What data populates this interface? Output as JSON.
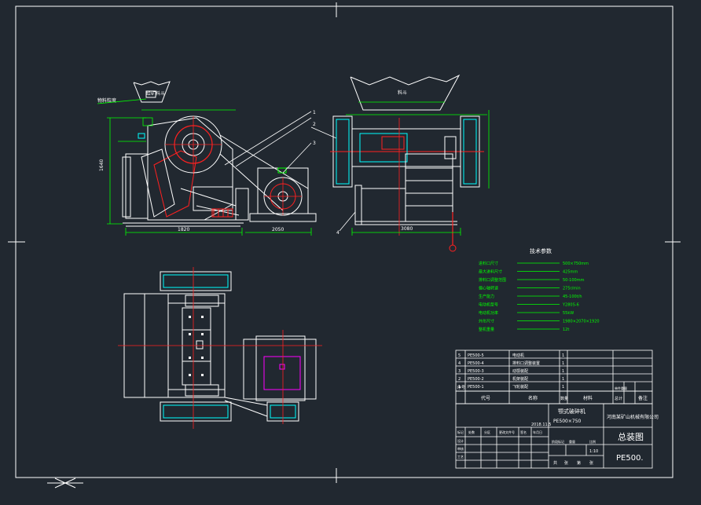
{
  "colors": {
    "background": "#212830",
    "frame": "#ffffff",
    "green": "#00ff00",
    "red": "#ff2020",
    "cyan": "#00ffff",
    "magenta": "#ff00ff",
    "yellow": "#ffff00"
  },
  "side_view": {
    "hopper_label": "给矿料斗",
    "feed_note": "物料粒度",
    "width_dim": "1820",
    "motor_dim": "2050",
    "height_dim": "1640"
  },
  "front_view": {
    "hopper_label": "料斗",
    "width_dim": "3080"
  },
  "callouts": [
    "1",
    "2",
    "3",
    "4"
  ],
  "tech_params": {
    "title": "技术参数",
    "rows": [
      {
        "label": "进料口尺寸",
        "value": "500×750mm"
      },
      {
        "label": "最大进料尺寸",
        "value": "425mm"
      },
      {
        "label": "排料口调整范围",
        "value": "50-100mm"
      },
      {
        "label": "偏心轴转速",
        "value": "275r/min"
      },
      {
        "label": "生产能力",
        "value": "45-100t/h"
      },
      {
        "label": "电动机型号",
        "value": "Y280S-6"
      },
      {
        "label": "电动机功率",
        "value": "55kW"
      },
      {
        "label": "外形尺寸",
        "value": "1980×2070×1920"
      },
      {
        "label": "整机重量",
        "value": "12t"
      }
    ]
  },
  "parts_list": {
    "rows": [
      {
        "no": "5",
        "code": "PE500-5",
        "name": "电动机",
        "qty": "1"
      },
      {
        "no": "4",
        "code": "PE500-4",
        "name": "排料口调整装置",
        "qty": "1"
      },
      {
        "no": "3",
        "code": "PE500-3",
        "name": "动颚装配",
        "qty": "1"
      },
      {
        "no": "2",
        "code": "PE500-2",
        "name": "机架装配",
        "qty": "1"
      },
      {
        "no": "1",
        "code": "PE500-1",
        "name": "飞轮装配",
        "qty": "1"
      }
    ],
    "header": {
      "no": "序号",
      "code": "代号",
      "name": "名称",
      "qty": "数量",
      "material": "材料",
      "weight": "单件重量",
      "total": "总计",
      "remark": "备注"
    }
  },
  "title_block": {
    "machine_name": "颚式破碎机",
    "machine_model": "PE500×750",
    "company": "河南某矿山机械有限公司",
    "drawing_title": "总装图",
    "drawing_no": "PE500.",
    "scale": "1:10",
    "date": "2018.11.5",
    "row_labels": [
      "标记",
      "处数",
      "分区",
      "更改文件号",
      "签名",
      "年月日"
    ],
    "sign_labels": [
      "设计",
      "审核",
      "工艺"
    ],
    "stage_labels": [
      "阶段标记",
      "重量",
      "比例"
    ],
    "sheet_labels": [
      "共",
      "张",
      "第",
      "张"
    ]
  }
}
